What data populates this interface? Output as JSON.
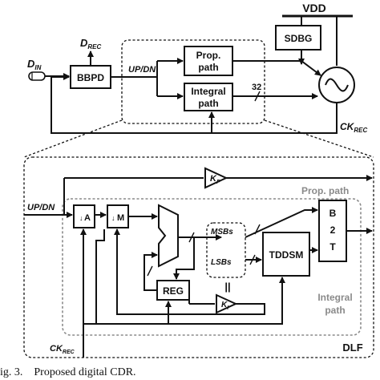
{
  "top": {
    "vdd": "VDD",
    "sdbg": "SDBG",
    "bbpd": "BBPD",
    "prop_path": [
      "Prop.",
      "path"
    ],
    "integral_path": [
      "Integral",
      "path"
    ],
    "updn": "UP/DN",
    "bus_width": "32",
    "d_in": {
      "main": "D",
      "sub": "IN"
    },
    "d_rec": {
      "main": "D",
      "sub": "REC"
    },
    "ck_rec": {
      "main": "CK",
      "sub": "REC"
    }
  },
  "dlf": {
    "label": "DLF",
    "prop_path": "Prop. path",
    "integral_path": [
      "Integral",
      "path"
    ],
    "updn": "UP/DN",
    "kp": {
      "main": "K",
      "sub": "P"
    },
    "ki": {
      "main": "K",
      "sub": "I"
    },
    "a_block": "A",
    "m_block": "M",
    "reg": "REG",
    "msbs": "MSBs",
    "lsbs": "LSBs",
    "tddsm": "TDDSM",
    "b2t": [
      "B",
      "2",
      "T"
    ],
    "parallel": "||",
    "ck_rec": {
      "main": "CK",
      "sub": "REC"
    }
  },
  "caption": "ig. 3.    Proposed digital CDR."
}
